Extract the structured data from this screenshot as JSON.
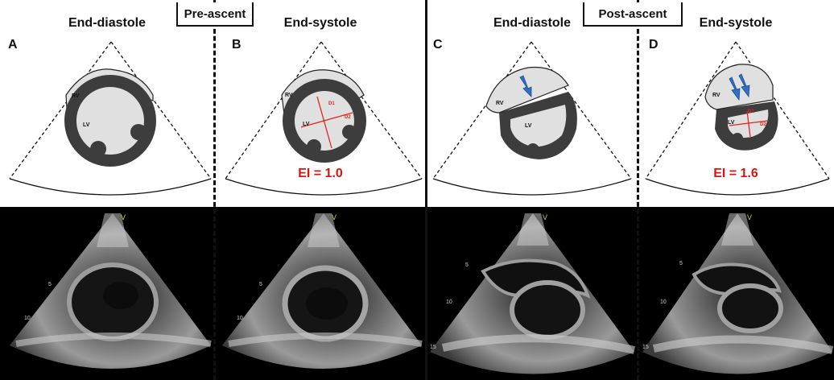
{
  "groups": {
    "pre": "Pre-ascent",
    "post": "Post-ascent"
  },
  "panels": [
    {
      "letter": "A",
      "phase": "End-diastole",
      "ei": ""
    },
    {
      "letter": "B",
      "phase": "End-systole",
      "ei": "EI = 1.0"
    },
    {
      "letter": "C",
      "phase": "End-diastole",
      "ei": ""
    },
    {
      "letter": "D",
      "phase": "End-systole",
      "ei": "EI = 1.6"
    }
  ],
  "labels": {
    "rv": "RV",
    "lv": "LV",
    "d1": "D1",
    "d2": "D2",
    "probe_marker": "V",
    "depth_5": "5",
    "depth_10": "10",
    "depth_15": "15"
  },
  "colors": {
    "myocardium": "#3d3d3d",
    "cavity": "#e0e0e0",
    "diameter": "#e0261c",
    "ei_text": "#d9140f",
    "arrow": "#2f6fc4",
    "echo_bg": "#000000",
    "marker": "#d6d64a"
  }
}
